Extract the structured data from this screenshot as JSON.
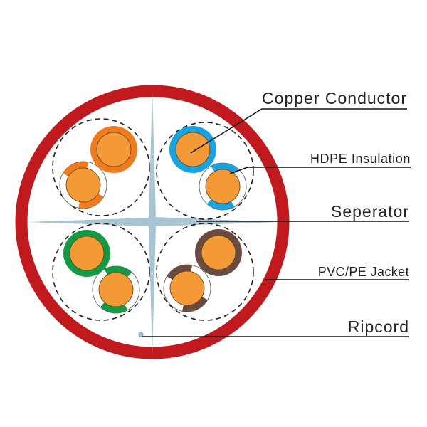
{
  "labels": {
    "copper": "Copper Conductor",
    "hdpe": "HDPE Insulation",
    "separator": "Seperator",
    "jacket": "PVC/PE Jacket",
    "ripcord": "Ripcord"
  },
  "colors": {
    "jacket": "#c01a1f",
    "separator": "#a9c4d2",
    "copper": "#f39a36",
    "pairs": [
      "#f07b1f",
      "#1aa3e0",
      "#149a45",
      "#6b4a3f"
    ]
  }
}
